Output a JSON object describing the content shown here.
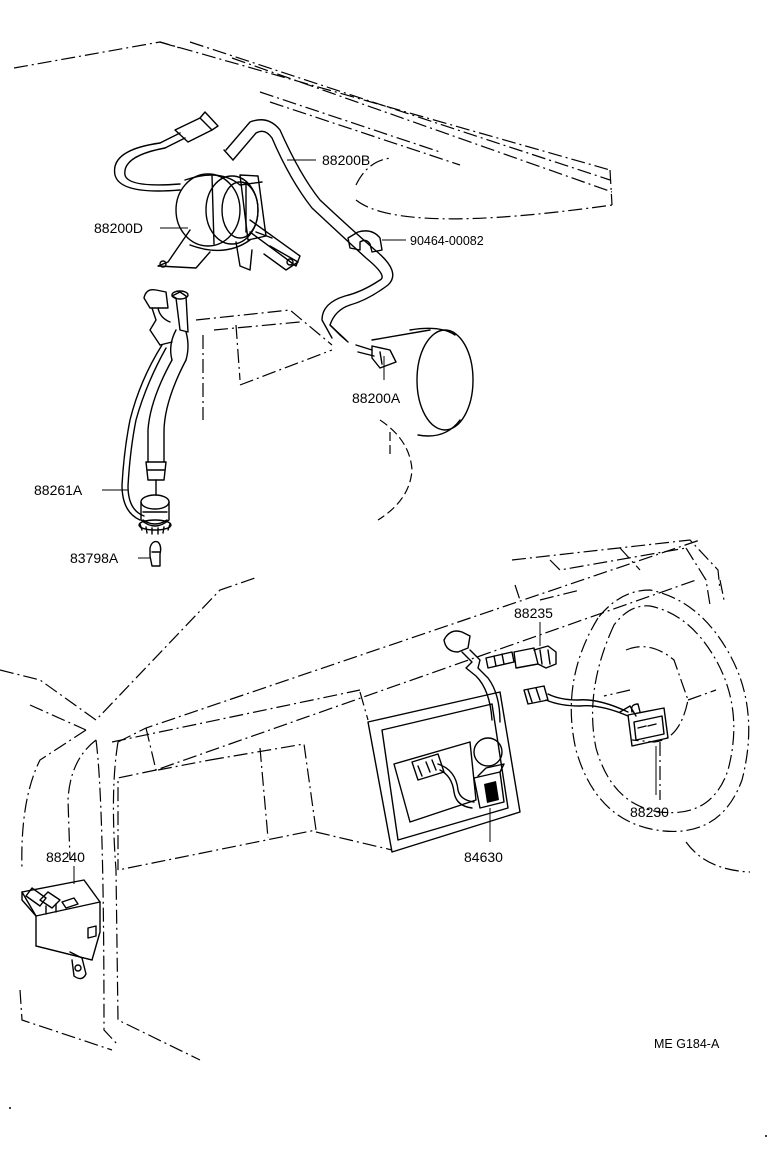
{
  "diagram_code": "ME G184-A",
  "part_labels": {
    "p88200B": "88200B",
    "p88200D": "88200D",
    "p90464": "90464-00082",
    "p88200A": "88200A",
    "p88261A": "88261A",
    "p83798A": "83798A",
    "p88235": "88235",
    "p88230": "88230",
    "p88240": "88240",
    "p84630": "84630"
  }
}
